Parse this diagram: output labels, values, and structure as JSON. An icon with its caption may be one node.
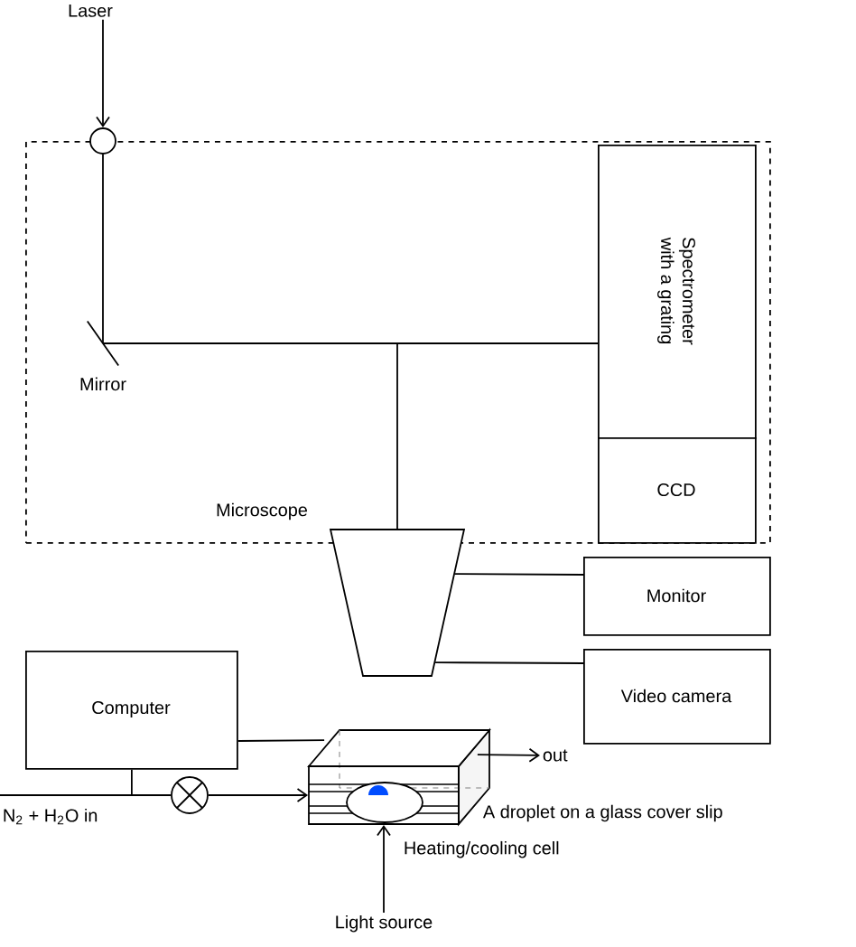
{
  "diagram": {
    "nodes": [
      {
        "text": [
          "Laser"
        ]
      },
      {
        "text": [],
        "shape": "circle"
      },
      {
        "text": [
          "Microscope"
        ]
      },
      {
        "text": [
          "Spectrometer with a grating"
        ],
        "in": 2
      },
      {
        "text": [
          "CCD"
        ],
        "in": 2
      },
      {
        "text": [],
        "shape": "mirror",
        "beside": [
          "Mirror"
        ],
        "in": 2
      },
      {
        "text": [],
        "shape": "trapezoid"
      },
      {
        "text": [
          "Monitor"
        ]
      },
      {
        "text": [
          "Video camera"
        ]
      },
      {
        "text": [
          "Computer"
        ]
      },
      {
        "text": [],
        "shape": "valve"
      },
      {
        "text": [],
        "shape": "box",
        "beside": [
          "A droplet on a glass cover slip",
          "Heating/cooling cell"
        ]
      },
      {
        "text": [
          "N$_{2}$ + H$_{2}$O in"
        ]
      },
      {
        "text": [
          "Light source"
        ]
      },
      {
        "text": [
          "out"
        ]
      }
    ],
    "edges": [
      {
        "from": 0,
        "to": 1,
        "arrow": "to"
      },
      {
        "from": 1,
        "to": 5,
        "arrow": "none"
      },
      {
        "from": 5,
        "to": 3,
        "arrow": "none"
      },
      {
        "from": 5,
        "to": 6,
        "arrow": "none"
      },
      {
        "from": 6,
        "to": 7,
        "arrow": "none"
      },
      {
        "from": 6,
        "to": 8,
        "arrow": "none"
      },
      {
        "from": 9,
        "to": 11,
        "arrow": "none"
      },
      {
        "from": 9,
        "to": 10,
        "arrow": "none"
      },
      {
        "from": 12,
        "to": 10,
        "arrow": "none"
      },
      {
        "from": 10,
        "to": 11,
        "arrow": "to"
      },
      {
        "from": 11,
        "to": 14,
        "arrow": "to"
      },
      {
        "from": 13,
        "to": 11,
        "arrow": "to"
      }
    ]
  }
}
